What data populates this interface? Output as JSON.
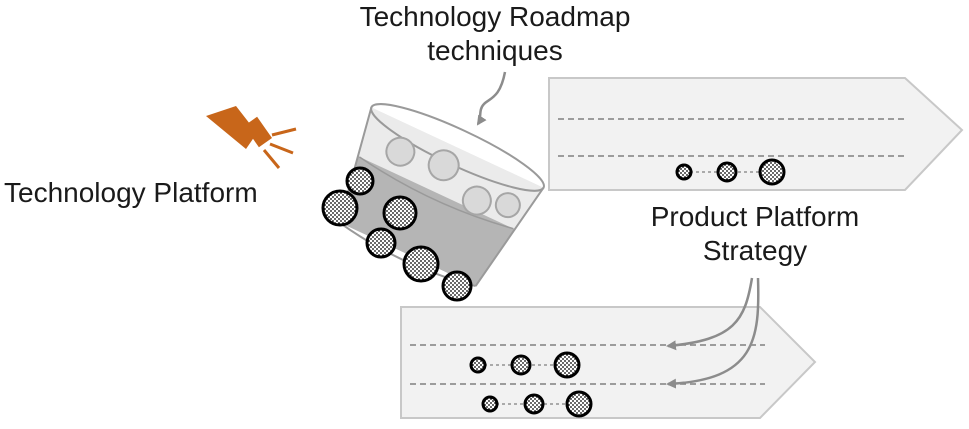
{
  "labels": {
    "technology_roadmap_line1": "Technology Roadmap",
    "technology_roadmap_line2": "techniques",
    "technology_platform": "Technology Platform",
    "product_platform_line1": "Product Platform",
    "product_platform_line2": "Strategy"
  },
  "colors": {
    "flashlight": "#c8661a",
    "arrow_fill": "#f2f2f2",
    "arrow_stroke": "#bfbfbf",
    "bucket_lower": "#b3b3b3",
    "bucket_upper": "#e6e6e6",
    "connector": "#8c8c8c"
  }
}
